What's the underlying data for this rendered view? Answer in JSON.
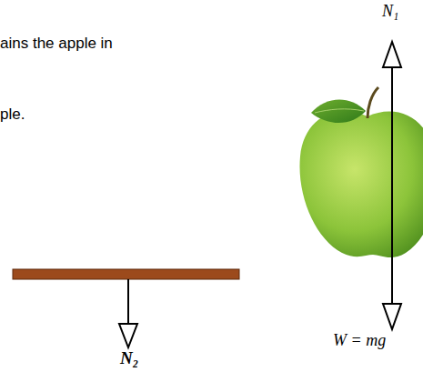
{
  "diagram": {
    "labels": [
      "ains the apple in",
      "ple.",
      "N₁",
      "W = mg",
      "N₂"
    ]
  }
}
